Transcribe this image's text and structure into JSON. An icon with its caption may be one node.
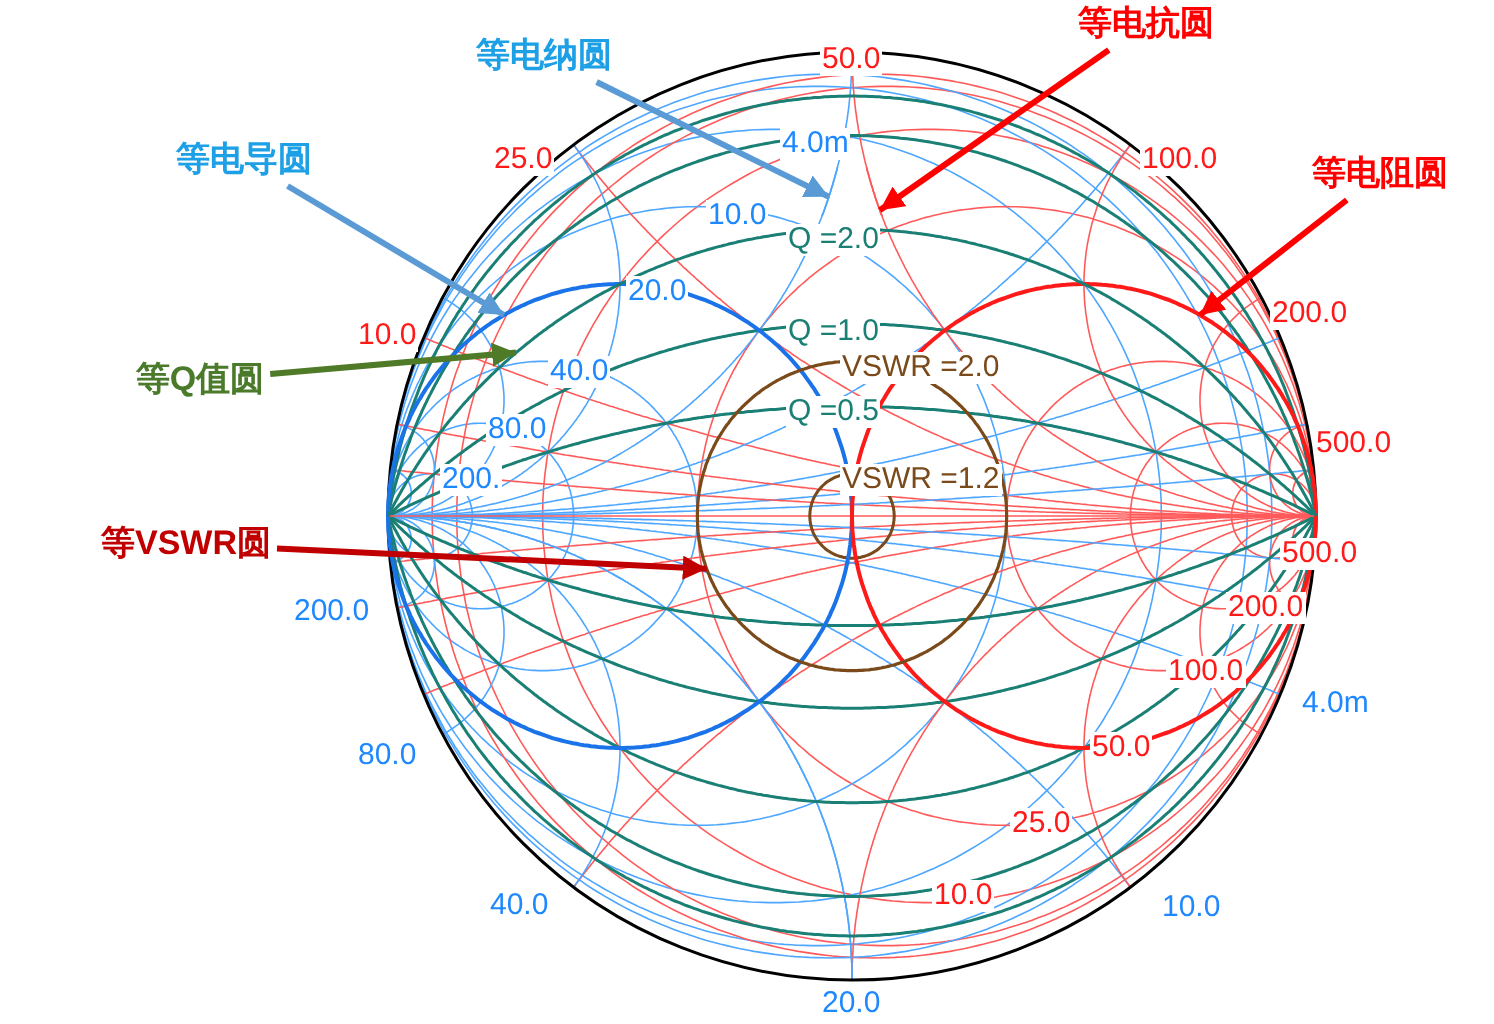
{
  "diagram": {
    "nodes": [
      {
        "text": [
          "等电纳圆"
        ]
      },
      {
        "text": [
          "等电抗圆"
        ]
      },
      {
        "text": [
          "等电导圆"
        ]
      },
      {
        "text": [
          "等电阻圆"
        ]
      },
      {
        "text": [
          "等Q值圆"
        ]
      },
      {
        "text": [
          "等VSWR圆"
        ]
      },
      {
        "text": [],
        "shape": "circle"
      },
      {
        "text": [],
        "shape": "circle"
      },
      {
        "text": [],
        "shape": "circle"
      },
      {
        "text": [],
        "shape": "circle"
      },
      {
        "text": [],
        "shape": "circle"
      },
      {
        "text": [],
        "shape": "circle"
      }
    ],
    "edges": [
      {
        "from": 0,
        "to": 6,
        "arrow": "to",
        "color": "#5b9bd5"
      },
      {
        "from": 1,
        "to": 7,
        "arrow": "to",
        "color": "#ff0000"
      },
      {
        "from": 2,
        "to": 8,
        "arrow": "to",
        "color": "#5b9bd5"
      },
      {
        "from": 3,
        "to": 9,
        "arrow": "to",
        "color": "#ff0000"
      },
      {
        "from": 4,
        "to": 10,
        "arrow": "to",
        "color": "#4f7a28"
      },
      {
        "from": 5,
        "to": 11,
        "arrow": "to",
        "color": "#c00000"
      }
    ],
    "labels": [
      "50.0",
      "4.0m",
      "25.0",
      "100.0",
      "10.0",
      "Q =2.0",
      "20.0",
      "200.0",
      "10.0",
      "Q =1.0",
      "40.0",
      "VSWR =2.0",
      "80.0",
      "Q =0.5",
      "500.0",
      "200.",
      "VSWR =1.2",
      "500.0",
      "200.0",
      "200.0",
      "100.0",
      "4.0m",
      "80.0",
      "50.0",
      "25.0",
      "40.0",
      "10.0",
      "10.0",
      "20.0"
    ]
  }
}
